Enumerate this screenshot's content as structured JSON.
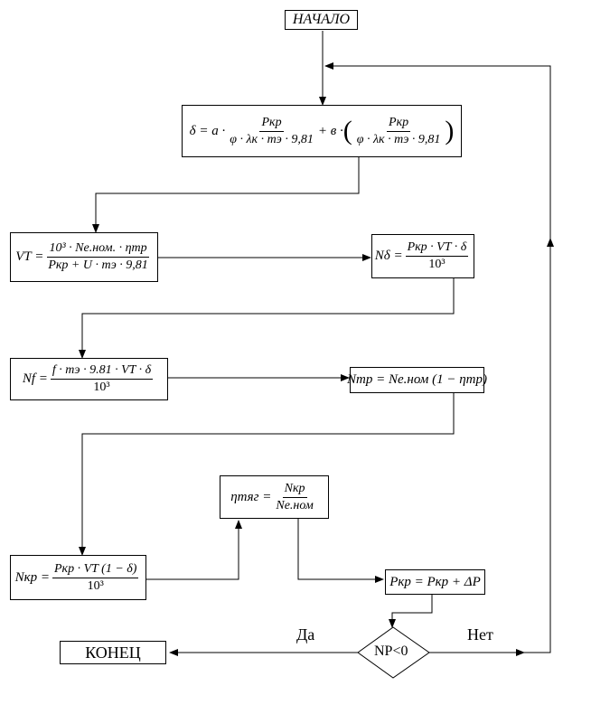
{
  "nodes": {
    "start": "НАЧАЛО",
    "end": "КОНЕЦ",
    "decision": "NP<0"
  },
  "edges": {
    "yes": "Да",
    "no": "Нет"
  },
  "formulas": {
    "delta": {
      "lhs": "δ = a ·",
      "p": "Pкр",
      "den": "φ · λк · mэ · 9,81",
      "plus": "+ в ·"
    },
    "vt": {
      "lhs": "VT =",
      "num": "10³ · Nе.ном. · ηтр",
      "den": "Pкр + U · mэ · 9,81"
    },
    "nd": {
      "lhs": "Nδ =",
      "num": "Pкр · VT · δ",
      "den": "10³"
    },
    "nf": {
      "lhs": "Nf =",
      "num": "f · mэ · 9.81 · VT · δ",
      "den": "10³"
    },
    "ntr": {
      "text": "Nтр = Nе.ном (1 − ηтр)"
    },
    "eta": {
      "lhs": "ηтяг =",
      "num": "Nкр",
      "den": "Nе.ном"
    },
    "nkr": {
      "lhs": "Nкр =",
      "num": "Pкр · VT (1 − δ)",
      "den": "10³"
    },
    "pkr": {
      "text": "Pкр = Pкр + ΔP"
    }
  }
}
